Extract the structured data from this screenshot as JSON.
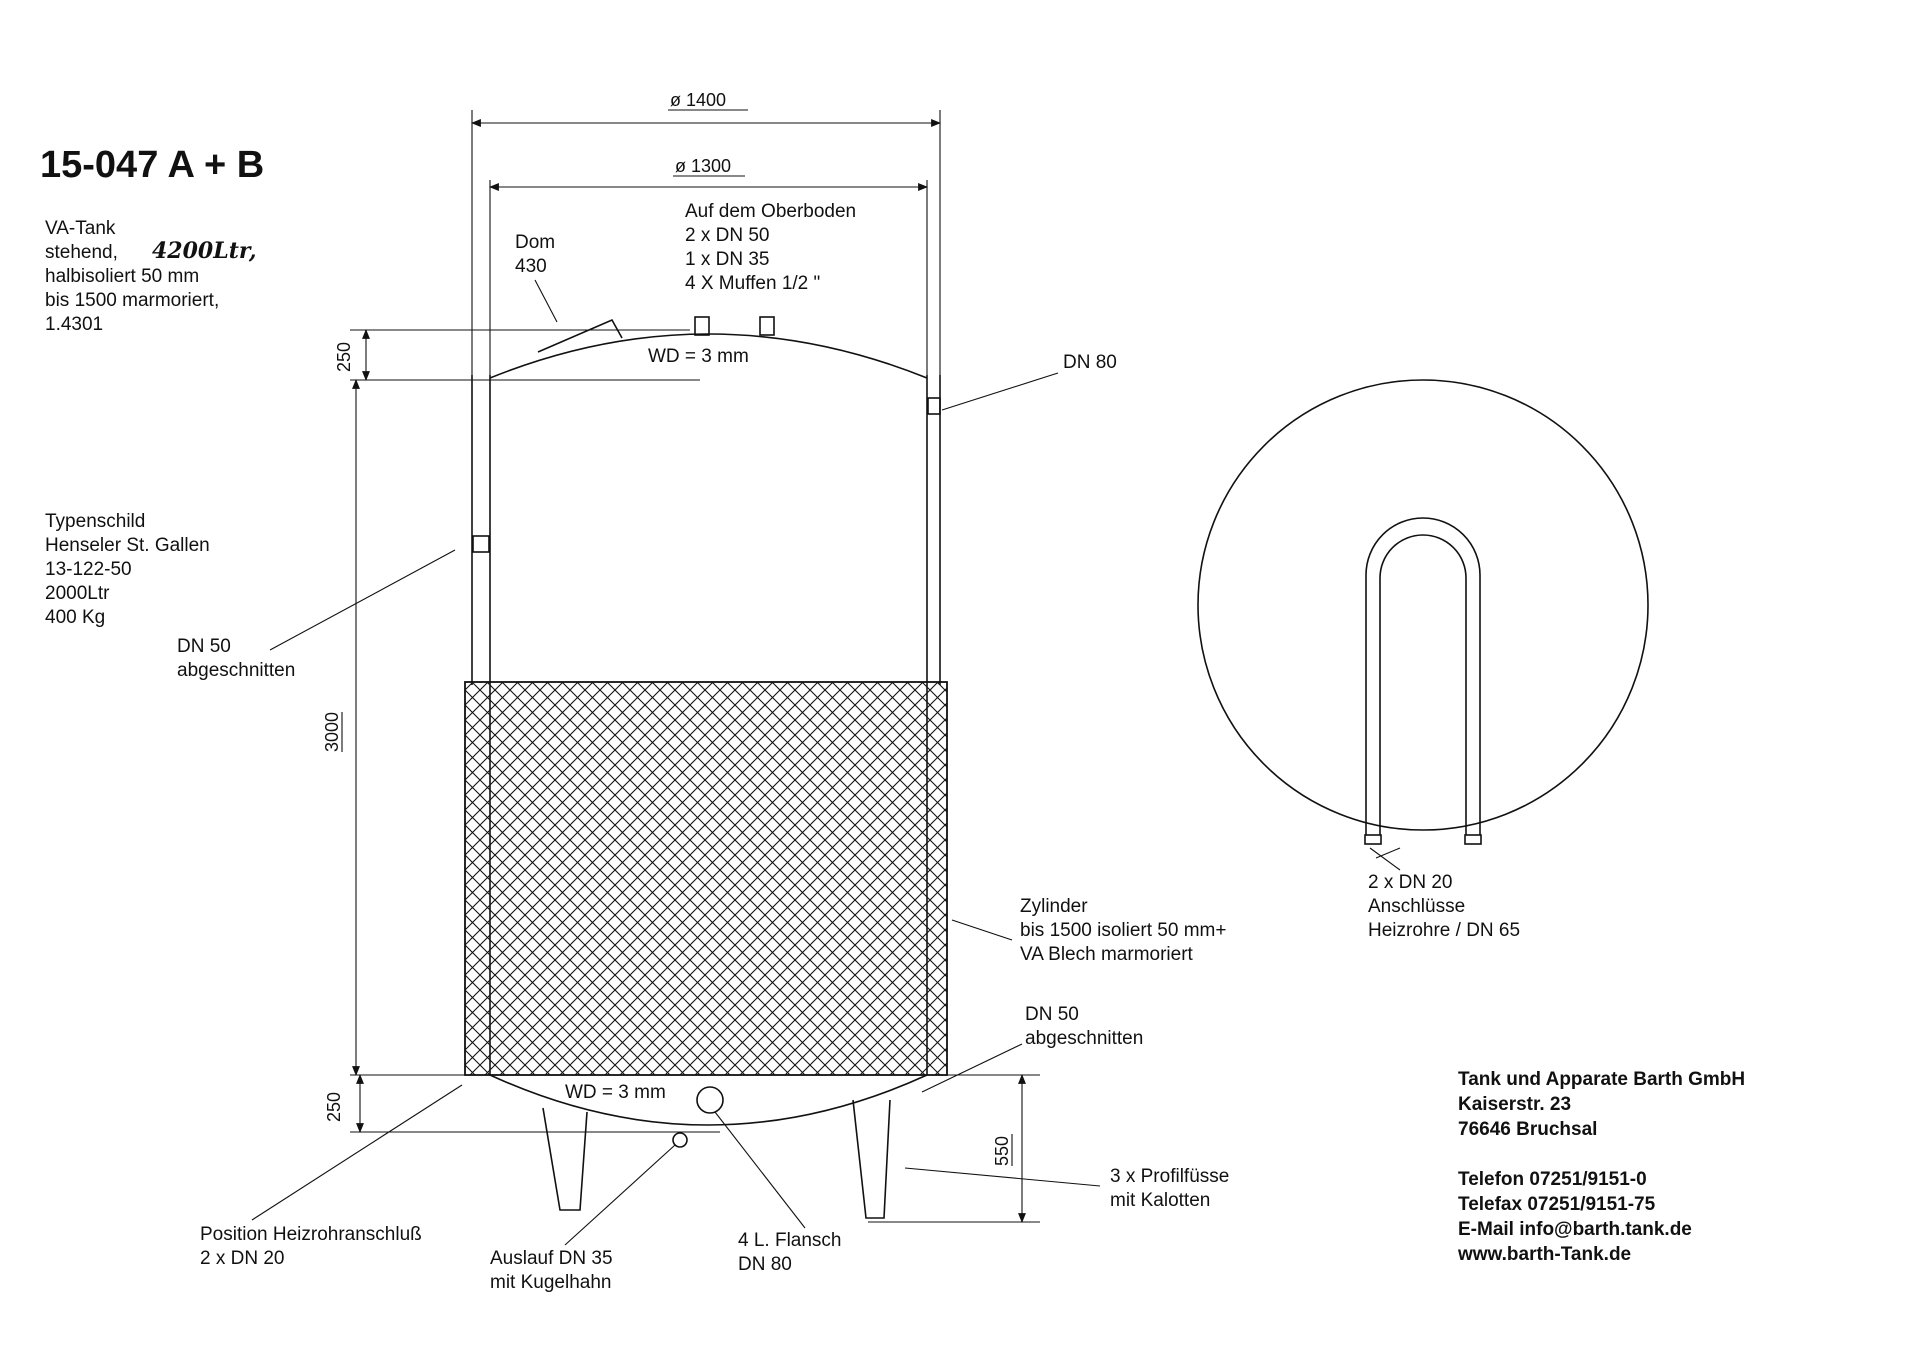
{
  "title": "15-047 A + B",
  "description": [
    "VA-Tank",
    "stehend,",
    "halbisoliert 50 mm",
    "bis 1500 marmoriert,",
    "1.4301"
  ],
  "description_handwritten": "4200Ltr,",
  "nameplate": [
    "Typenschild",
    "Henseler  St. Gallen",
    "13-122-50",
    "2000Ltr",
    "400 Kg"
  ],
  "labels": {
    "dn50_cut_left_1": "DN 50",
    "dn50_cut_left_2": "abgeschnitten",
    "dome_1": "Dom",
    "dome_2": "430",
    "top_1": "Auf dem Oberboden",
    "top_2": "2 x DN 50",
    "top_3": "1 x DN 35",
    "top_4": "4 X Muffen 1/2 \"",
    "wd_top": "WD = 3 mm",
    "wd_bottom": "WD = 3 mm",
    "dn80_right": "DN 80",
    "cyl_1": "Zylinder",
    "cyl_2": "bis 1500 isoliert 50 mm+",
    "cyl_3": "VA Blech marmoriert",
    "dn50_cut_right_1": "DN 50",
    "dn50_cut_right_2": "abgeschnitten",
    "heat_pos_1": "Position Heizrohranschluß",
    "heat_pos_2": "2 x DN 20",
    "outlet_1": "Auslauf DN 35",
    "outlet_2": "mit Kugelhahn",
    "flange_1": "4 L. Flansch",
    "flange_2": "DN 80",
    "feet_1": "3 x Profilfüsse",
    "feet_2": "mit Kalotten",
    "coil_1": "2 x DN 20",
    "coil_2": "Anschlüsse",
    "coil_3": "Heizrohre / DN 65"
  },
  "dimensions": {
    "outer_diameter": "ø  1400",
    "inner_diameter": "ø  1300",
    "top_head": "250",
    "cylinder": "3000",
    "bottom_head": "250",
    "leg": "550"
  },
  "company": [
    "Tank und Apparate Barth GmbH",
    "Kaiserstr. 23",
    "76646 Bruchsal",
    "",
    "Telefon 07251/9151-0",
    "Telefax 07251/9151-75",
    "E-Mail info@barth.tank.de",
    "www.barth-Tank.de"
  ],
  "colors": {
    "ink": "#111111",
    "paper": "#ffffff"
  }
}
